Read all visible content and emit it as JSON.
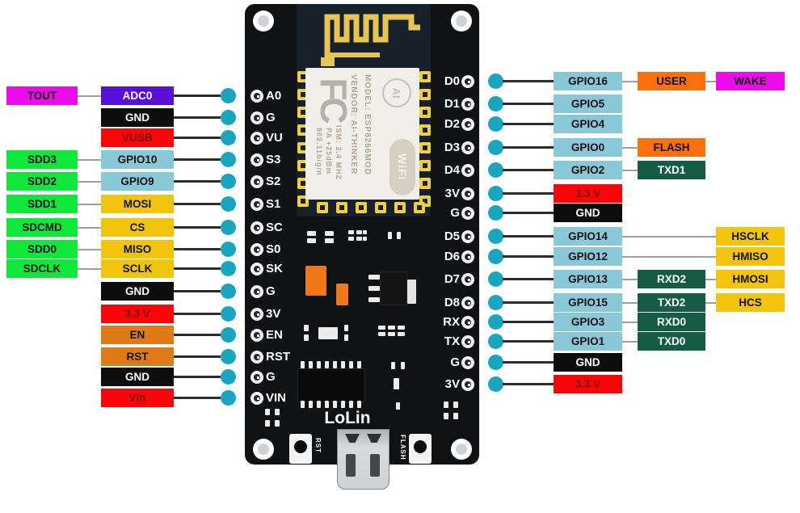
{
  "palette": {
    "magenta": "#EC0BEA",
    "purple": "#5A0FD8",
    "black": "#0D0D0D",
    "red": "#FB0509",
    "green": "#10E73B",
    "cyan": "#89C8D8",
    "yellow": "#F2C40E",
    "orange": "#DF7A19",
    "orange2": "#F9700D",
    "teal": "#145C43",
    "dot": "#1AA5BF",
    "line_dark": "#2d2d2d",
    "line_gray": "#9e9e9e",
    "board": "#101113",
    "navy": "#16212c",
    "gold": "#E8C453",
    "sticker": "#f1efe9"
  },
  "board": {
    "brand": "LoLin",
    "rst_button": "RST",
    "flash_button": "FLASH",
    "module": {
      "model_line": "MODEL:  ESP8266MOD",
      "vendor_line": "VENDOR:  AI-THINKER",
      "ism_line": "ISM:  2.4 MHZ",
      "pa_line": "PA  +25dBm",
      "std_line": "802.11b/g/n",
      "fc_logo": "FC",
      "ai_logo": "AI",
      "wifi_logo": "WiFi"
    }
  },
  "left_rows": [
    {
      "pin": "A0",
      "outer": {
        "text": "TOUT",
        "color": "magenta"
      },
      "inner": {
        "text": "ADC0",
        "color": "purple",
        "tc": "white"
      }
    },
    {
      "pin": "G",
      "inner": {
        "text": "GND",
        "color": "black",
        "tc": "white"
      }
    },
    {
      "pin": "VU",
      "inner": {
        "text": "VUSB",
        "color": "red",
        "tc": "darkred"
      }
    },
    {
      "pin": "S3",
      "outer": {
        "text": "SDD3",
        "color": "green"
      },
      "inner": {
        "text": "GPIO10",
        "color": "cyan"
      }
    },
    {
      "pin": "S2",
      "outer": {
        "text": "SDD2",
        "color": "green"
      },
      "inner": {
        "text": "GPIO9",
        "color": "cyan"
      }
    },
    {
      "pin": "S1",
      "outer": {
        "text": "SDD1",
        "color": "green"
      },
      "inner": {
        "text": "MOSI",
        "color": "yellow"
      }
    },
    {
      "pin": "SC",
      "outer": {
        "text": "SDCMD",
        "color": "green"
      },
      "inner": {
        "text": "CS",
        "color": "yellow"
      }
    },
    {
      "pin": "S0",
      "outer": {
        "text": "SDD0",
        "color": "green"
      },
      "inner": {
        "text": "MISO",
        "color": "yellow"
      }
    },
    {
      "pin": "SK",
      "outer": {
        "text": "SDCLK",
        "color": "green"
      },
      "inner": {
        "text": "SCLK",
        "color": "yellow"
      }
    },
    {
      "pin": "G",
      "inner": {
        "text": "GND",
        "color": "black",
        "tc": "white"
      }
    },
    {
      "pin": "3V",
      "inner": {
        "text": "3.3 V",
        "color": "red",
        "tc": "darkred"
      }
    },
    {
      "pin": "EN",
      "inner": {
        "text": "EN",
        "color": "orange"
      }
    },
    {
      "pin": "RST",
      "inner": {
        "text": "RST",
        "color": "orange"
      }
    },
    {
      "pin": "G",
      "inner": {
        "text": "GND",
        "color": "black",
        "tc": "white"
      }
    },
    {
      "pin": "VIN",
      "inner": {
        "text": "Vin",
        "color": "red",
        "tc": "darkred"
      }
    }
  ],
  "right_rows": [
    {
      "pin": "D0",
      "col1": {
        "text": "GPIO16",
        "color": "cyan"
      },
      "col2": {
        "text": "USER",
        "color": "orange2"
      },
      "col3": {
        "text": "WAKE",
        "color": "magenta"
      }
    },
    {
      "pin": "D1",
      "col1": {
        "text": "GPIO5",
        "color": "cyan"
      }
    },
    {
      "pin": "D2",
      "col1": {
        "text": "GPIO4",
        "color": "cyan"
      }
    },
    {
      "pin": "D3",
      "col1": {
        "text": "GPIO0",
        "color": "cyan"
      },
      "col2": {
        "text": "FLASH",
        "color": "orange2"
      }
    },
    {
      "pin": "D4",
      "col1": {
        "text": "GPIO2",
        "color": "cyan"
      },
      "col2": {
        "text": "TXD1",
        "color": "teal",
        "tc": "white"
      }
    },
    {
      "pin": "3V",
      "col1": {
        "text": "3.3 V",
        "color": "red",
        "tc": "darkred"
      }
    },
    {
      "pin": "G",
      "col1": {
        "text": "GND",
        "color": "black",
        "tc": "white"
      }
    },
    {
      "pin": "D5",
      "col1": {
        "text": "GPIO14",
        "color": "cyan"
      },
      "col3": {
        "text": "HSCLK",
        "color": "yellow"
      }
    },
    {
      "pin": "D6",
      "col1": {
        "text": "GPIO12",
        "color": "cyan"
      },
      "col3": {
        "text": "HMISO",
        "color": "yellow"
      }
    },
    {
      "pin": "D7",
      "col1": {
        "text": "GPIO13",
        "color": "cyan"
      },
      "col2": {
        "text": "RXD2",
        "color": "teal",
        "tc": "white"
      },
      "col3": {
        "text": "HMOSI",
        "color": "yellow"
      }
    },
    {
      "pin": "D8",
      "col1": {
        "text": "GPIO15",
        "color": "cyan"
      },
      "col2": {
        "text": "TXD2",
        "color": "teal",
        "tc": "white"
      },
      "col3": {
        "text": "HCS",
        "color": "yellow"
      }
    },
    {
      "pin": "RX",
      "col1": {
        "text": "GPIO3",
        "color": "cyan"
      },
      "col2": {
        "text": "RXD0",
        "color": "teal",
        "tc": "white"
      }
    },
    {
      "pin": "TX",
      "col1": {
        "text": "GPIO1",
        "color": "cyan"
      },
      "col2": {
        "text": "TXD0",
        "color": "teal",
        "tc": "white"
      }
    },
    {
      "pin": "G",
      "col1": {
        "text": "GND",
        "color": "black",
        "tc": "white"
      }
    },
    {
      "pin": "3V",
      "col1": {
        "text": "3.3 V",
        "color": "red",
        "tc": "darkred"
      }
    }
  ]
}
